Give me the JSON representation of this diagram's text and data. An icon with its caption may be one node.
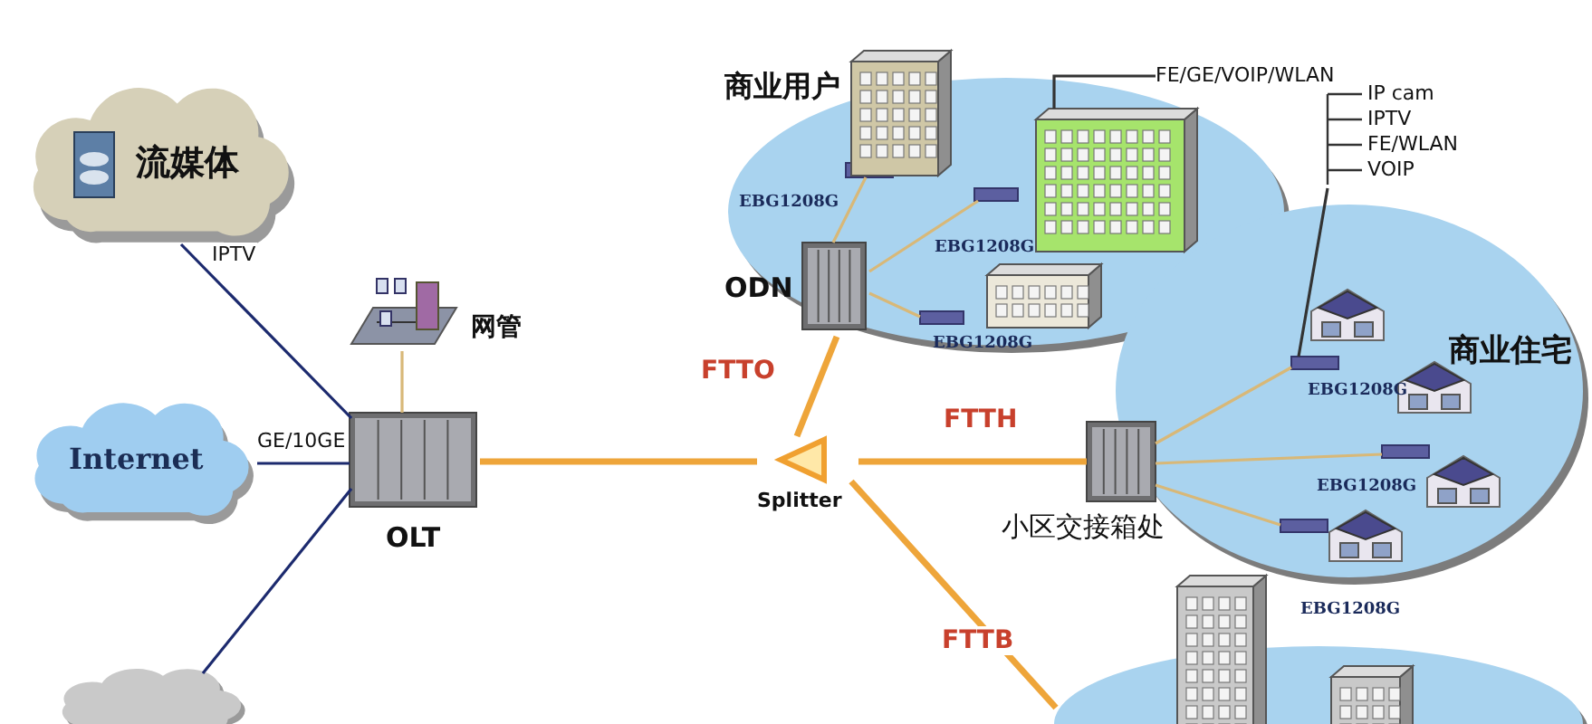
{
  "diagram": {
    "nodes": [
      {
        "text": [
          "流媒体"
        ]
      },
      {
        "text": [
          "Internet"
        ]
      },
      {
        "text": [],
        "shape": "cloud"
      },
      {
        "text": [
          "网管"
        ]
      },
      {
        "text": [
          "OLT"
        ]
      },
      {
        "text": [
          "Splitter"
        ]
      },
      {
        "text": [
          "商业用户"
        ]
      },
      {
        "text": [
          "ODN"
        ],
        "in": 6
      },
      {
        "text": [],
        "shape": "box",
        "in": 6,
        "beside": [
          "EBG1208G"
        ]
      },
      {
        "text": [],
        "shape": "box",
        "in": 6
      },
      {
        "text": [],
        "shape": "box",
        "in": 6,
        "beside": [
          "EBG1208G"
        ]
      },
      {
        "text": [
          "FE/GE/VOIP/WLAN"
        ]
      },
      {
        "text": [],
        "shape": "picture",
        "in": 6
      },
      {
        "text": [
          "商业住宅"
        ]
      },
      {
        "text": [],
        "shape": "box",
        "beside": [
          "小区交接箱处"
        ]
      },
      {
        "text": [],
        "shape": "box",
        "in": 13,
        "beside": [
          "EBG1208G"
        ]
      },
      {
        "text": [],
        "shape": "box",
        "in": 13,
        "beside": [
          "EBG1208G"
        ]
      },
      {
        "text": [],
        "shape": "box",
        "in": 13
      },
      {
        "text": [
          "IP cam",
          "IPTV",
          "FE/WLAN",
          "VOIP"
        ]
      },
      {
        "text": [],
        "shape": "circle"
      }
    ],
    "edges": [
      {
        "from": 0,
        "to": 4,
        "arrow": "none",
        "label": "IPTV",
        "color": "#1c2a6e"
      },
      {
        "from": 1,
        "to": 4,
        "arrow": "none",
        "label": "GE/10GE",
        "color": "#1c2a6e"
      },
      {
        "from": 2,
        "to": 4,
        "arrow": "none",
        "color": "#1c2a6e"
      },
      {
        "from": 3,
        "to": 4,
        "arrow": "none"
      },
      {
        "from": 4,
        "to": 5,
        "arrow": "none",
        "style": "thick",
        "color": "#eea53a"
      },
      {
        "from": 5,
        "to": 7,
        "arrow": "none",
        "label": "FTTO",
        "style": "thick",
        "color": "#eea53a"
      },
      {
        "from": 5,
        "to": 14,
        "arrow": "none",
        "label": "FTTH",
        "style": "thick",
        "color": "#eea53a"
      },
      {
        "from": 5,
        "to": 19,
        "arrow": "none",
        "label": "FTTB",
        "style": "thick",
        "color": "#eea53a"
      },
      {
        "from": 7,
        "to": 8,
        "arrow": "none"
      },
      {
        "from": 7,
        "to": 9,
        "arrow": "none"
      },
      {
        "from": 7,
        "to": 10,
        "arrow": "none"
      },
      {
        "from": 11,
        "to": 12,
        "arrow": "none",
        "color": "#333333"
      },
      {
        "from": 14,
        "to": 15,
        "arrow": "none"
      },
      {
        "from": 14,
        "to": 16,
        "arrow": "none"
      },
      {
        "from": 14,
        "to": 17,
        "arrow": "none"
      },
      {
        "from": 18,
        "to": 15,
        "arrow": "none",
        "color": "#333333"
      }
    ],
    "labels": [
      "EBG1208G",
      "EBG1208G"
    ]
  }
}
